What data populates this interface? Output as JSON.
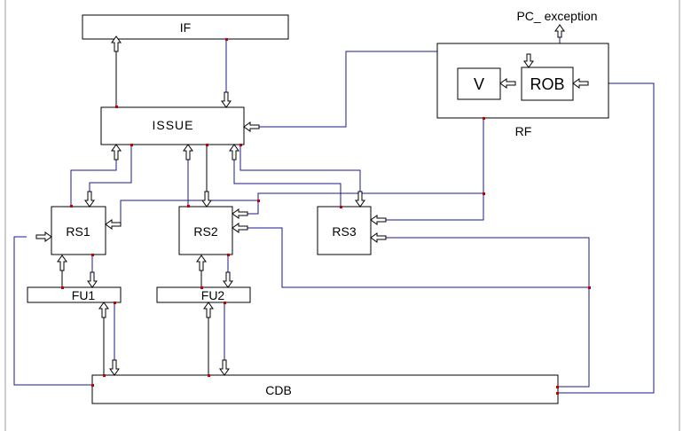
{
  "blocks": {
    "if": "IF",
    "issue": "ISSUE",
    "rs1": "RS1",
    "rs2": "RS2",
    "rs3": "RS3",
    "fu1": "FU1",
    "fu2": "FU2",
    "cdb": "CDB",
    "rob": "ROB",
    "v": "V",
    "rf": "RF"
  },
  "signals": {
    "pc_exception": "PC_ exception"
  }
}
